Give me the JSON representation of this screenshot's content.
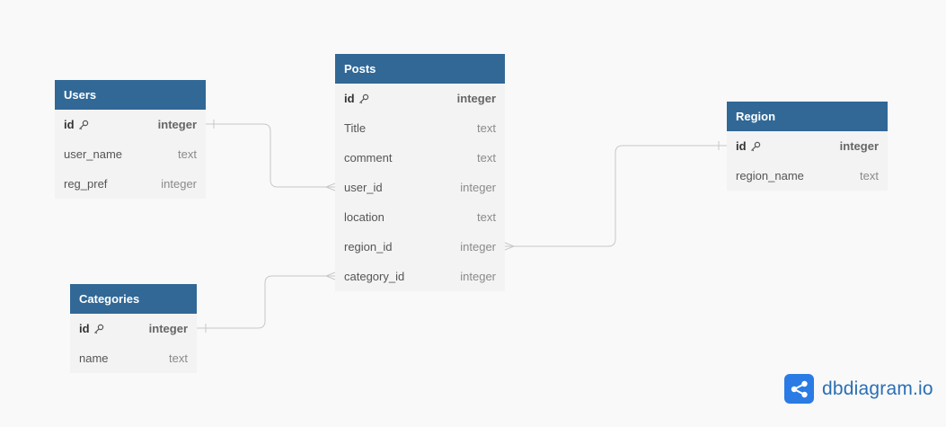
{
  "tables": {
    "users": {
      "name": "Users",
      "fields": [
        {
          "name": "id",
          "type": "integer"
        },
        {
          "name": "user_name",
          "type": "text"
        },
        {
          "name": "reg_pref",
          "type": "integer"
        }
      ]
    },
    "posts": {
      "name": "Posts",
      "fields": [
        {
          "name": "id",
          "type": "integer"
        },
        {
          "name": "Title",
          "type": "text"
        },
        {
          "name": "comment",
          "type": "text"
        },
        {
          "name": "user_id",
          "type": "integer"
        },
        {
          "name": "location",
          "type": "text"
        },
        {
          "name": "region_id",
          "type": "integer"
        },
        {
          "name": "category_id",
          "type": "integer"
        }
      ]
    },
    "region": {
      "name": "Region",
      "fields": [
        {
          "name": "id",
          "type": "integer"
        },
        {
          "name": "region_name",
          "type": "text"
        }
      ]
    },
    "categories": {
      "name": "Categories",
      "fields": [
        {
          "name": "id",
          "type": "integer"
        },
        {
          "name": "name",
          "type": "text"
        }
      ]
    }
  },
  "relationships": [
    {
      "from": "Users.id",
      "to": "Posts.user_id",
      "type": "one-to-many"
    },
    {
      "from": "Region.id",
      "to": "Posts.region_id",
      "type": "one-to-many"
    },
    {
      "from": "Categories.id",
      "to": "Posts.category_id",
      "type": "one-to-many"
    }
  ],
  "brand": {
    "text": "dbdiagram.io"
  },
  "colors": {
    "header": "#316896",
    "body": "#f3f3f3",
    "connector": "#c8c8c8",
    "brand": "#2a7be4"
  }
}
